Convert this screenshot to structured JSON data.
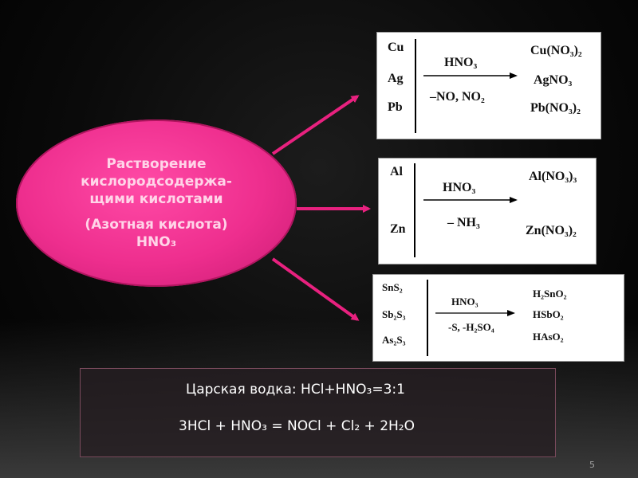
{
  "center": {
    "line1": "Растворение",
    "line2": "кислородсодержа-",
    "line3": "щими кислотами",
    "line4": "(Азотная кислота)",
    "formula": "HNO₃"
  },
  "box1": {
    "metals": [
      "Cu",
      "Ag",
      "Pb"
    ],
    "reagent": "HNO₃",
    "byproducts": "–NO, NO₂",
    "products": [
      "Cu(NO₃)₂",
      "AgNO₃",
      "Pb(NO₃)₂"
    ]
  },
  "box2": {
    "metals": [
      "Al",
      "Zn"
    ],
    "reagent": "HNO₃",
    "byproducts": "– NH₃",
    "products": [
      "Al(NO₃)₃",
      "Zn(NO₃)₂"
    ]
  },
  "box3": {
    "substances": [
      "SnS₂",
      "Sb₂S₃",
      "As₂S₃"
    ],
    "reagent": "HNO₃",
    "byproducts": "-S, -H₂SO₄",
    "products": [
      "H₂SnO₂",
      "HSbO₂",
      "HAsO₂"
    ]
  },
  "info": {
    "line1": "Царская водка: HCl+HNO₃=3:1",
    "line2": "3HCl + HNO₃ = NOCl + Cl₂ + 2H₂O"
  },
  "slide_number": "5",
  "colors": {
    "ellipse": "#ee2e8e",
    "arrows": "#e8217f",
    "ellipse_text": "#ffd4e8"
  }
}
